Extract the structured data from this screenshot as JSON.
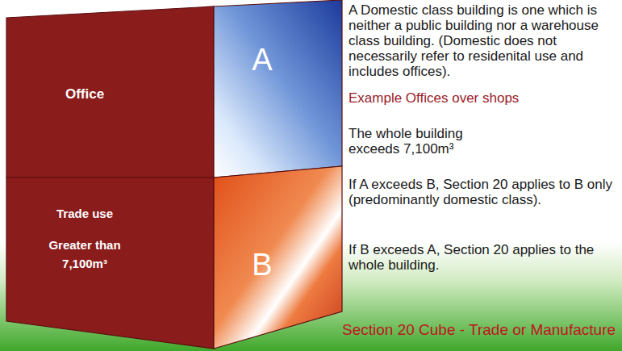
{
  "diagram": {
    "caption": "Section 20 Cube - Trade or Manufacture",
    "nodes": [
      {
        "text": [
          "Office"
        ]
      },
      {
        "text": [
          "A"
        ]
      },
      {
        "text": [
          "Trade use",
          "Greater than 7,100m³"
        ]
      },
      {
        "text": [
          "B"
        ]
      }
    ],
    "labels": [
      "A Domestic class building is one which is neither a public building nor a warehouse class building. (Domestic does not necessarily refer to residenital use and includes offices).",
      "Example Offices over shops",
      "The whole building exceeds 7,100m³",
      "If A exceeds B, Section 20 applies to B only (predominantly domestic class).",
      "If B exceeds A, Section 20 applies to the whole building."
    ]
  }
}
